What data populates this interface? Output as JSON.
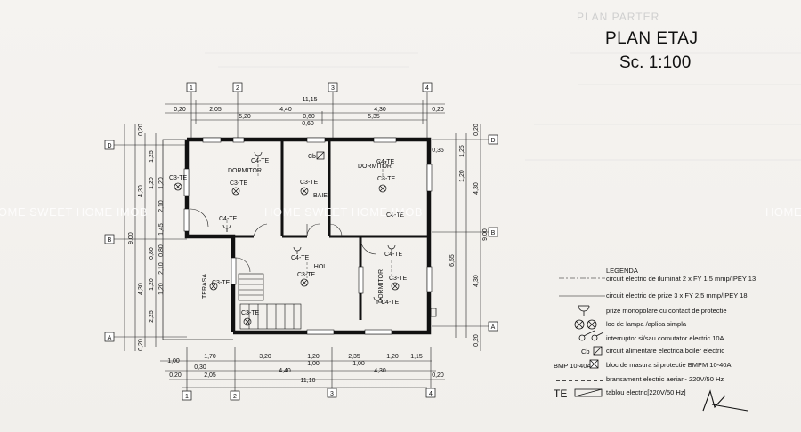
{
  "title": {
    "line1": "PLAN ETAJ",
    "line2": "Sc. 1:100",
    "ghost": "PLAN PARTER"
  },
  "watermark": "HOME SWEET HOME IMOB",
  "axes": {
    "top": [
      "1",
      "2",
      "3",
      "4"
    ],
    "bottom": [
      "1",
      "2",
      "3",
      "4"
    ],
    "left": [
      "D",
      "B",
      "A"
    ],
    "right": [
      "D",
      "B",
      "A"
    ]
  },
  "dims_top": {
    "overall": "11,15",
    "row1": [
      "0,20",
      "2,05",
      "4,40",
      "4,30",
      "0,20"
    ],
    "row2": [
      "5,20",
      "0,60",
      "5,35"
    ],
    "row3": "0,60"
  },
  "dims_bottom": {
    "row1": [
      "1,00",
      "1,70",
      "3,20",
      "1,20",
      "2,35",
      "1,20",
      "1,15"
    ],
    "row2": [
      "0,30",
      "1,00",
      "1,00"
    ],
    "row3": [
      "0,20",
      "2,05",
      "4,40",
      "4,30",
      "0,20"
    ],
    "overall": "11,10"
  },
  "dims_left": {
    "outer": [
      "0,20",
      "4,30",
      "4,30",
      "0,20"
    ],
    "total": "9,00",
    "inner": [
      "1,25",
      "1,20",
      "0,80",
      "1,20",
      "2,25"
    ],
    "inner2": [
      "1,20",
      "2,10",
      "1,45",
      "0,80",
      "2,10",
      "1,20"
    ]
  },
  "dims_right": {
    "outer": [
      "0,20",
      "4,30",
      "4,30",
      "0,20"
    ],
    "total": "9,00",
    "inner": [
      "0,35",
      "1,25",
      "1,20",
      "6,55"
    ]
  },
  "rooms": [
    "DORMITOR",
    "BAIE",
    "DORMITOR",
    "HOL",
    "DORMITOR",
    "TERASA"
  ],
  "symbols": [
    "C3-TE",
    "C4-TE",
    "Cb"
  ],
  "legend": {
    "title": "LEGENDA",
    "items": [
      "circuit electric de iluminat 2 x FY 1,5 mmp/IPEY 13",
      "circuit electric de prize 3 x FY 2,5 mmp/IPEY 18",
      "prize monopolare cu contact de protectie",
      "loc de lampa /aplica simpla",
      "interruptor si/sau comutator electric 10A",
      "circuit alimentare electrica boiler electric",
      "bloc de masura si protectie BMPM 10-40A",
      "bransament electric aerian- 220V/50 Hz",
      "tablou electric[220V/50 Hz]"
    ],
    "cb": "Cb",
    "bmp": "BMP 10-40A",
    "te": "TE"
  }
}
